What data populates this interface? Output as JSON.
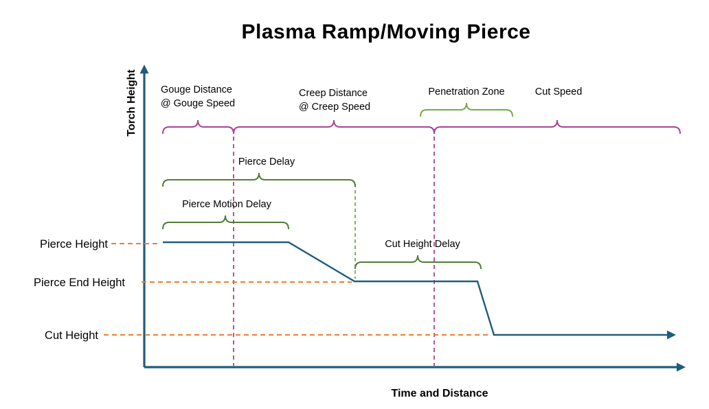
{
  "title": "Plasma Ramp/Moving Pierce",
  "axes": {
    "y": "Torch Height",
    "x": "Time and Distance"
  },
  "zones": {
    "gouge_line1": "Gouge Distance",
    "gouge_line2": "@ Gouge Speed",
    "creep_line1": "Creep Distance",
    "creep_line2": "@ Creep Speed",
    "penetration": "Penetration Zone",
    "cut_speed": "Cut Speed"
  },
  "delays": {
    "pierce_delay": "Pierce Delay",
    "pierce_motion_delay": "Pierce Motion Delay",
    "cut_height_delay": "Cut Height Delay"
  },
  "heights": {
    "pierce_height": "Pierce Height",
    "pierce_end_height": "Pierce End Height",
    "cut_height": "Cut Height"
  },
  "colors": {
    "line": "#1F5C7B",
    "orange": "#ED7D31",
    "purple": "#A54499",
    "green_dark": "#4E7C35",
    "green_light": "#70AD47",
    "text": "#000000"
  }
}
